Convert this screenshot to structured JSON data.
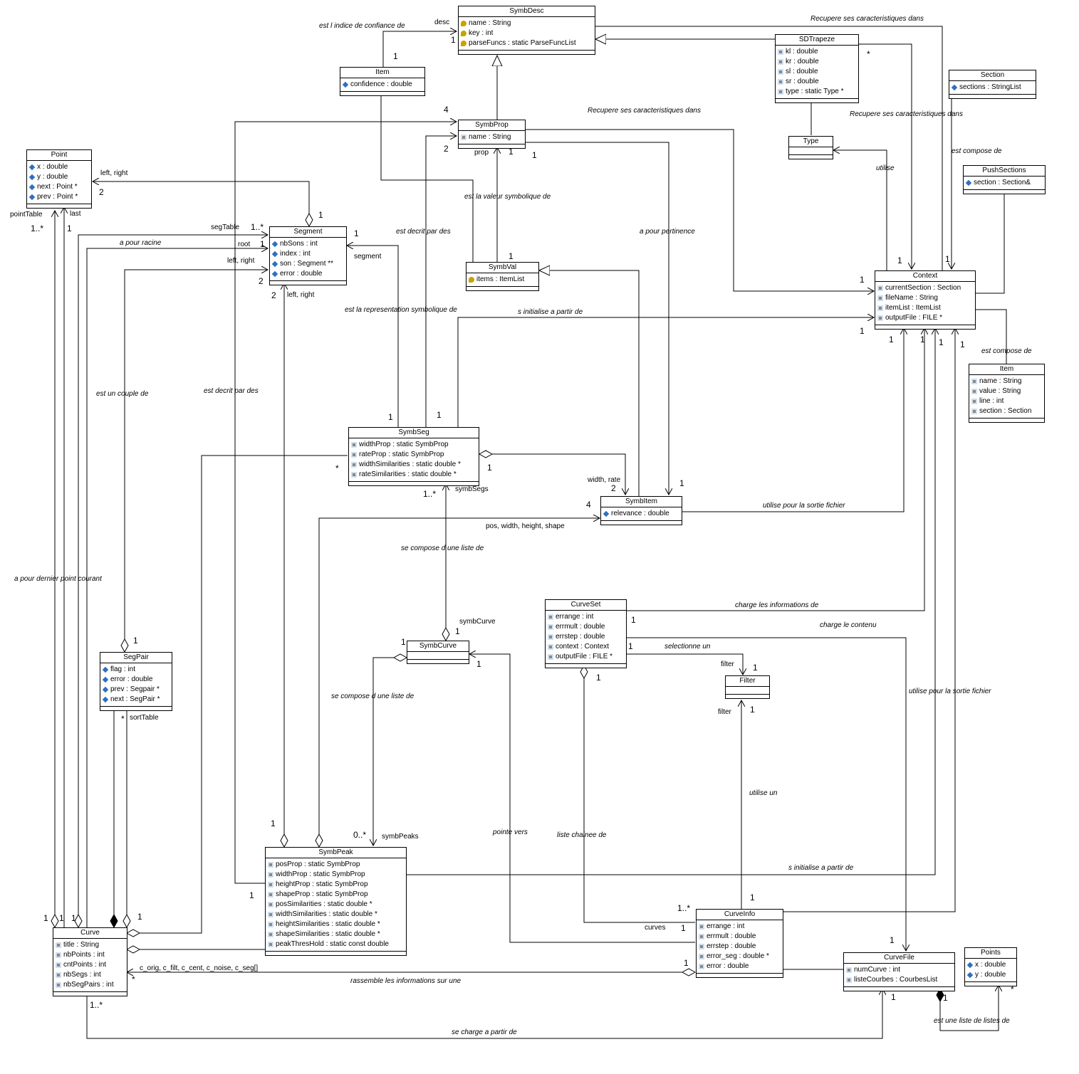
{
  "classes": {
    "symbdesc": {
      "name": "SymbDesc",
      "attrs": [
        {
          "t": "name : String",
          "i": "key"
        },
        {
          "t": "key : int",
          "i": "key"
        },
        {
          "t": "parseFuncs : static ParseFuncList",
          "i": "key"
        }
      ]
    },
    "item_top": {
      "name": "Item",
      "attrs": [
        {
          "t": "confidence : double",
          "i": "pub"
        }
      ]
    },
    "sdtrapeze": {
      "name": "SDTrapeze",
      "attrs": [
        {
          "t": "kl : double",
          "i": "prv"
        },
        {
          "t": "kr : double",
          "i": "prv"
        },
        {
          "t": "sl : double",
          "i": "prv"
        },
        {
          "t": "sr : double",
          "i": "prv"
        },
        {
          "t": "type : static Type *",
          "i": "prv"
        }
      ]
    },
    "section": {
      "name": "Section",
      "attrs": [
        {
          "t": "sections : StringList",
          "i": "pub"
        }
      ]
    },
    "type": {
      "name": "Type",
      "attrs": []
    },
    "pushsections": {
      "name": "PushSections",
      "attrs": [
        {
          "t": "section : Section&",
          "i": "pub"
        }
      ]
    },
    "symbprop": {
      "name": "SymbProp",
      "attrs": [
        {
          "t": "name : String",
          "i": "prv"
        }
      ]
    },
    "point": {
      "name": "Point",
      "attrs": [
        {
          "t": "x : double",
          "i": "pub"
        },
        {
          "t": "y : double",
          "i": "pub"
        },
        {
          "t": "next : Point *",
          "i": "pub"
        },
        {
          "t": "prev : Point *",
          "i": "pub"
        }
      ]
    },
    "segment": {
      "name": "Segment",
      "attrs": [
        {
          "t": "nbSons : int",
          "i": "pub"
        },
        {
          "t": "index : int",
          "i": "pub"
        },
        {
          "t": "son : Segment **",
          "i": "pub"
        },
        {
          "t": "error : double",
          "i": "pub"
        }
      ]
    },
    "symbval": {
      "name": "SymbVal",
      "attrs": [
        {
          "t": "items : ItemList",
          "i": "key"
        }
      ]
    },
    "context": {
      "name": "Context",
      "attrs": [
        {
          "t": "currentSection : Section",
          "i": "prv"
        },
        {
          "t": "fileName : String",
          "i": "prv"
        },
        {
          "t": "itemList : ItemList",
          "i": "prv"
        },
        {
          "t": "outputFile : FILE *",
          "i": "prv"
        }
      ]
    },
    "item_right": {
      "name": "Item",
      "attrs": [
        {
          "t": "name : String",
          "i": "prv"
        },
        {
          "t": "value : String",
          "i": "prv"
        },
        {
          "t": "line : int",
          "i": "prv"
        },
        {
          "t": "section : Section",
          "i": "prv"
        }
      ]
    },
    "symbseg": {
      "name": "SymbSeg",
      "attrs": [
        {
          "t": "widthProp : static SymbProp",
          "i": "prv"
        },
        {
          "t": "rateProp : static SymbProp",
          "i": "prv"
        },
        {
          "t": "widthSimilarities : static double *",
          "i": "prv"
        },
        {
          "t": "rateSimilarities : static double *",
          "i": "prv"
        }
      ]
    },
    "symbitem": {
      "name": "SymbItem",
      "attrs": [
        {
          "t": "relevance : double",
          "i": "pub"
        }
      ]
    },
    "curveset": {
      "name": "CurveSet",
      "attrs": [
        {
          "t": "errange : int",
          "i": "prv"
        },
        {
          "t": "errmult : double",
          "i": "prv"
        },
        {
          "t": "errstep : double",
          "i": "prv"
        },
        {
          "t": "context : Context",
          "i": "prv"
        },
        {
          "t": "outputFile : FILE *",
          "i": "prv"
        }
      ]
    },
    "symbcurve": {
      "name": "SymbCurve",
      "attrs": []
    },
    "segpair": {
      "name": "SegPair",
      "attrs": [
        {
          "t": "flag : int",
          "i": "pub"
        },
        {
          "t": "error : double",
          "i": "pub"
        },
        {
          "t": "prev : Segpair *",
          "i": "pub"
        },
        {
          "t": "next : SegPair *",
          "i": "pub"
        }
      ]
    },
    "filter": {
      "name": "Filter",
      "attrs": []
    },
    "symbpeak": {
      "name": "SymbPeak",
      "attrs": [
        {
          "t": "posProp : static SymbProp",
          "i": "prv"
        },
        {
          "t": "widthProp : static SymbProp",
          "i": "prv"
        },
        {
          "t": "heightProp : static SymbProp",
          "i": "prv"
        },
        {
          "t": "shapeProp : static SymbProp",
          "i": "prv"
        },
        {
          "t": "posSimilarities : static double *",
          "i": "prv"
        },
        {
          "t": "widthSimilarities : static double *",
          "i": "prv"
        },
        {
          "t": "heightSimilarities : static double *",
          "i": "prv"
        },
        {
          "t": "shapeSimilarities : static double *",
          "i": "prv"
        },
        {
          "t": "peakThresHold : static const double",
          "i": "prv"
        }
      ]
    },
    "curveinfo": {
      "name": "CurveInfo",
      "attrs": [
        {
          "t": "errange : int",
          "i": "prv"
        },
        {
          "t": "errmult : double",
          "i": "prv"
        },
        {
          "t": "errstep : double",
          "i": "prv"
        },
        {
          "t": "error_seg : double *",
          "i": "prv"
        },
        {
          "t": "error : double",
          "i": "prv"
        }
      ]
    },
    "curve": {
      "name": "Curve",
      "attrs": [
        {
          "t": "title : String",
          "i": "prv"
        },
        {
          "t": "nbPoints : int",
          "i": "prv"
        },
        {
          "t": "cntPoints : int",
          "i": "prv"
        },
        {
          "t": "nbSegs : int",
          "i": "prv"
        },
        {
          "t": "nbSegPairs : int",
          "i": "prv"
        }
      ]
    },
    "curvefile": {
      "name": "CurveFile",
      "attrs": [
        {
          "t": "numCurve : int",
          "i": "prv"
        },
        {
          "t": "listeCourbes : CourbesList",
          "i": "prv"
        }
      ]
    },
    "points": {
      "name": "Points",
      "attrs": [
        {
          "t": "x : double",
          "i": "pub"
        },
        {
          "t": "y : double",
          "i": "pub"
        }
      ]
    }
  },
  "relation_labels": [
    "est l indice de confiance de",
    "Recupere ses caracteristiques dans",
    "Recupere ses caracteristiques dans",
    "Recupere ses caracteristiques dans",
    "est compose de",
    "utilise",
    "est la valeur symbolique de",
    "est decrit par des",
    "a pour pertinence",
    "a pour racine",
    "est la representation symbolique de",
    "s initialise a partir de",
    "est compose de",
    "est un couple de",
    "est decrit par des",
    "utilise pour la sortie fichier",
    "se compose d une liste de",
    "charge les informations de",
    "charge le contenu",
    "selectionne un",
    "se compose d une liste de",
    "utilise pour la sortie fichier",
    "a pour dernier point courant",
    "utilise un",
    "pointe vers",
    "liste chainee de",
    "s initialise a partir de",
    "rassemble les informations sur une",
    "se charge a partir de",
    "est une liste de listes de"
  ],
  "role_labels": [
    "desc",
    "1",
    "1",
    "*",
    "4",
    "2",
    "prop",
    "1",
    "1",
    "left, right",
    "2",
    "pointTable",
    "last",
    "1..*",
    "1",
    "segTable",
    "1..*",
    "1",
    "root",
    "1",
    "left, right",
    "2",
    "segment",
    "1",
    "2",
    "left, right",
    "1",
    "1",
    "1",
    "1",
    "1",
    "1",
    "1",
    "1",
    "1",
    "1",
    "*",
    "1",
    "1..*",
    "symbSegs",
    "1",
    "width, rate",
    "2",
    "1",
    "4",
    "pos, width, height, shape",
    "symbCurve",
    "1",
    "1",
    "1",
    "1",
    "1",
    "1",
    "filter",
    "1",
    "filter",
    "1",
    "1",
    "*",
    "sortTable",
    "1",
    "0..*",
    "symbPeaks",
    "1",
    "1",
    "1",
    "1..*",
    "curves",
    "1",
    "1",
    "1",
    "1",
    "1",
    "1",
    "c_orig, c_filt, c_cent, c_noise, c_seg[]",
    "*",
    "1",
    "1..*",
    "1",
    "*"
  ]
}
